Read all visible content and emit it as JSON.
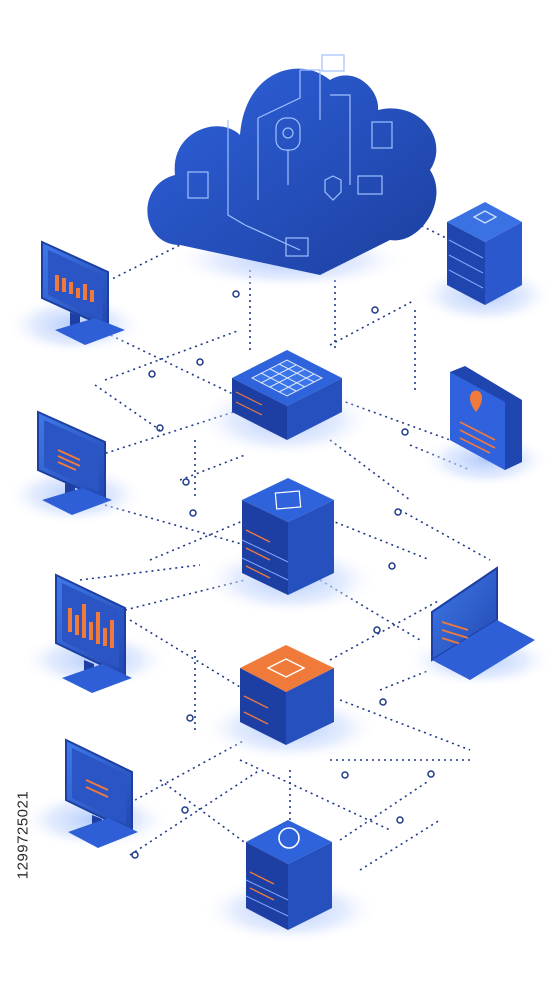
{
  "image_id_text": "1299725021",
  "colors": {
    "primary_blue": "#2f5fd6",
    "dark_blue": "#1d3fa3",
    "light_blue": "#4f86ee",
    "glow_blue": "#b9cffb",
    "accent_orange": "#f07a3a",
    "connector": "#1e3a8a"
  },
  "nodes": [
    {
      "id": "cloud",
      "kind": "cloud",
      "icon": "cloud-icon"
    },
    {
      "id": "monitor-1",
      "kind": "monitor",
      "icon": "bar-chart-monitor-icon"
    },
    {
      "id": "monitor-2",
      "kind": "monitor",
      "icon": "document-monitor-icon"
    },
    {
      "id": "monitor-3",
      "kind": "monitor",
      "icon": "bar-chart-monitor-icon"
    },
    {
      "id": "monitor-4",
      "kind": "monitor",
      "icon": "document-monitor-icon"
    },
    {
      "id": "server-top-right",
      "kind": "server",
      "icon": "server-rack-icon"
    },
    {
      "id": "phone",
      "kind": "phone",
      "icon": "location-pin-phone-icon"
    },
    {
      "id": "laptop",
      "kind": "laptop",
      "icon": "laptop-icon"
    },
    {
      "id": "server-grid",
      "kind": "server",
      "icon": "grid-server-icon"
    },
    {
      "id": "server-middle",
      "kind": "server",
      "icon": "folder-server-icon"
    },
    {
      "id": "server-orange",
      "kind": "server",
      "icon": "orange-chip-server-icon"
    },
    {
      "id": "server-bottom",
      "kind": "server",
      "icon": "shield-server-icon"
    }
  ]
}
